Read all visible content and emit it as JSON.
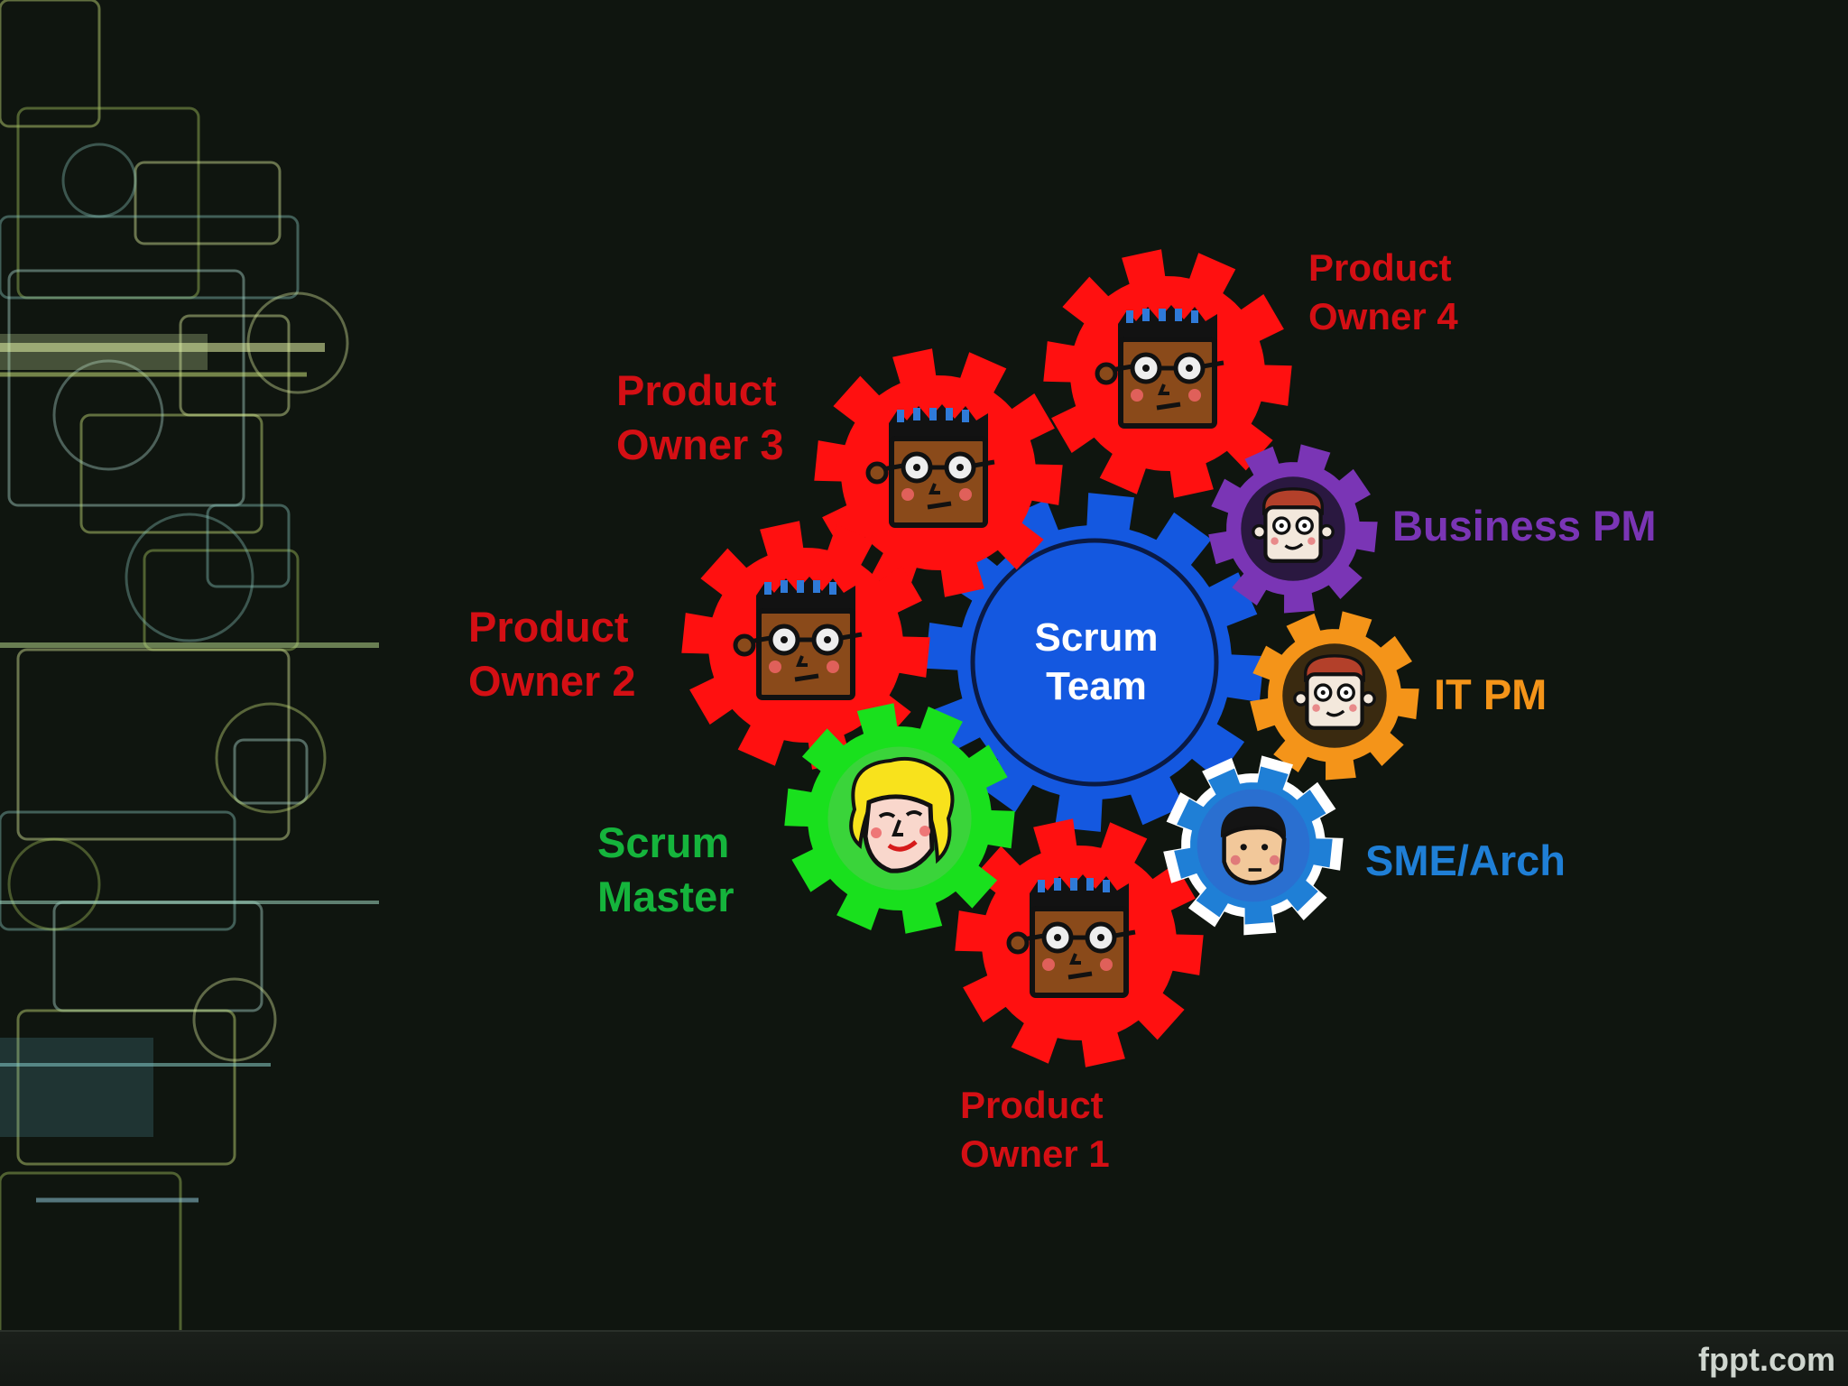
{
  "diagram": {
    "center": {
      "line1": "Scrum",
      "line2": "Team"
    },
    "roles": {
      "po4": {
        "line1": "Product",
        "line2": "Owner 4"
      },
      "po3": {
        "line1": "Product",
        "line2": "Owner 3"
      },
      "po2": {
        "line1": "Product",
        "line2": "Owner 2"
      },
      "po1": {
        "line1": "Product",
        "line2": "Owner 1"
      },
      "business_pm": {
        "line1": "Business PM"
      },
      "it_pm": {
        "line1": "IT PM"
      },
      "sme_arch": {
        "line1": "SME/Arch"
      },
      "scrum_master": {
        "line1": "Scrum",
        "line2": "Master"
      }
    }
  },
  "footer": {
    "brand": "fppt.com"
  },
  "colors": {
    "product_owner": "#d40f14",
    "gear_red": "#ff1010",
    "business_pm": "#7a35b5",
    "it_pm": "#f49419",
    "sme_arch": "#1f7fd6",
    "scrum_master": "#15b43c",
    "scrum_team_gear": "#1458e0"
  }
}
